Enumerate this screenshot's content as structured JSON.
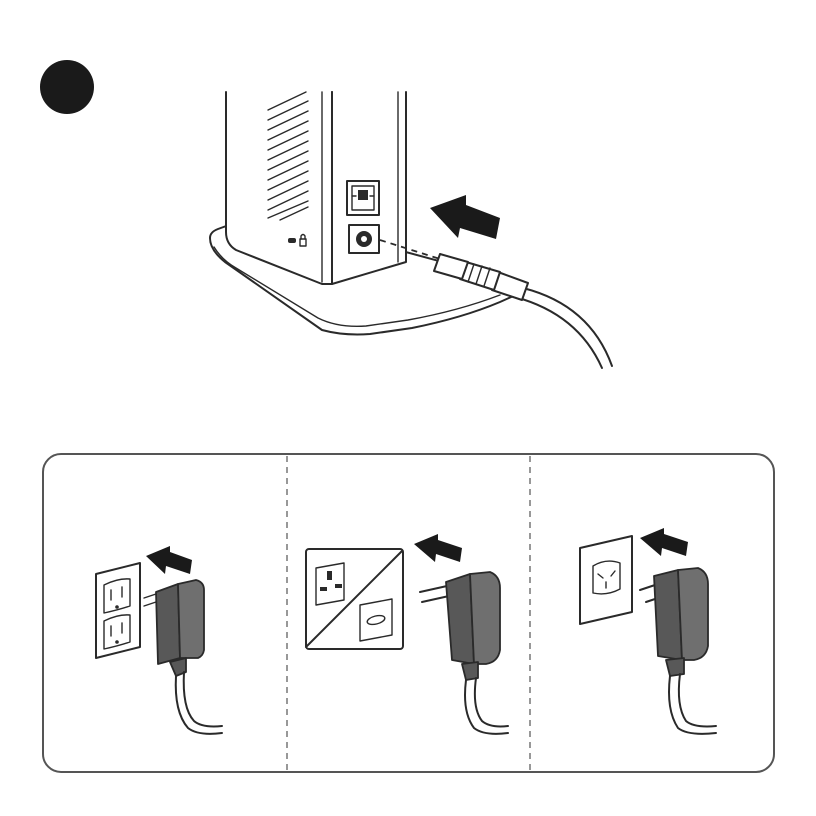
{
  "step": {
    "number_marker": "filled-black-circle",
    "number_text": ""
  },
  "device": {
    "name": "docking-station",
    "ports": [
      "usb-port-icon",
      "dc-power-jack-icon"
    ],
    "side_icons": [
      "kensington-lock-slot-icon",
      "lock-icon"
    ]
  },
  "icons": {
    "insert_arrow": "arrow-left-icon",
    "power_plug": "dc-barrel-plug-icon"
  },
  "adapter_panel": {
    "panel_count": 3,
    "panels": [
      {
        "id": "us",
        "outlet": "us-type-a-b-outlet-icon",
        "adapter": "us-plug-adapter-icon"
      },
      {
        "id": "uk-eu",
        "outlet": "uk-and-eu-outlet-icon",
        "adapter": "eu-plug-adapter-icon"
      },
      {
        "id": "au",
        "outlet": "au-outlet-icon",
        "adapter": "au-plug-adapter-icon"
      }
    ]
  },
  "colors": {
    "line": "#2a2a2a",
    "step_marker": "#1a1a1a",
    "adapter_body": "#6f6f6f",
    "panel_border": "#555555",
    "background": "#ffffff"
  }
}
